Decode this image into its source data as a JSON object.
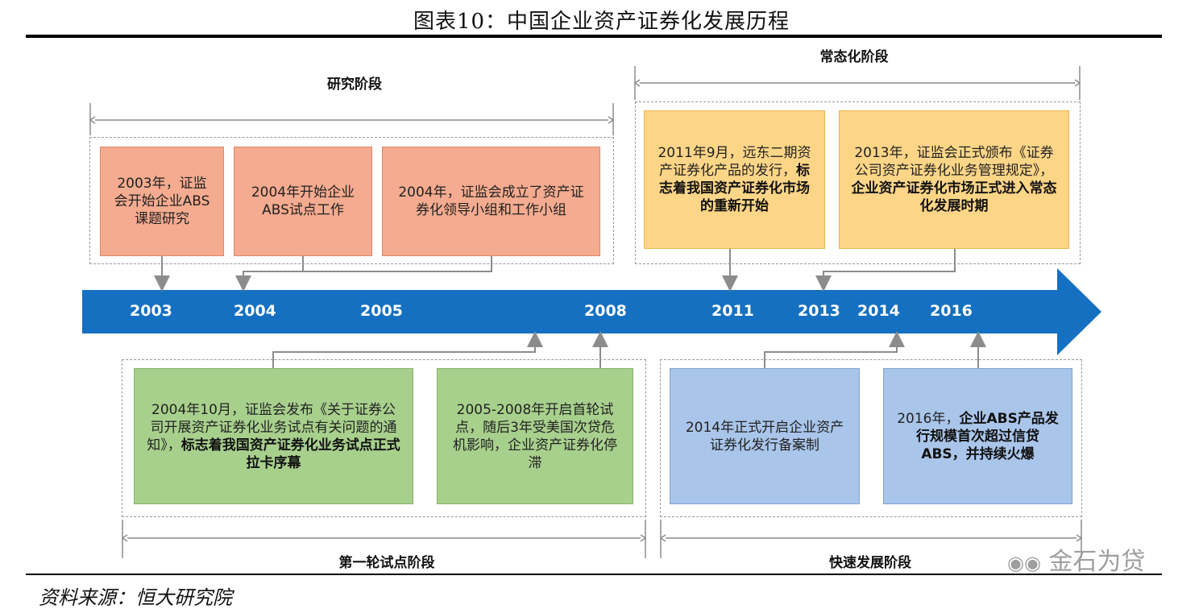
{
  "title": "图表10：中国企业资产证券化发展历程",
  "source": "资料来源：恒大研究院",
  "watermark": "金石为贷",
  "stages": {
    "research": "研究阶段",
    "normalized": "常态化阶段",
    "first_pilot": "第一轮试点阶段",
    "fast_growth": "快速发展阶段"
  },
  "years": [
    "2003",
    "2004",
    "2005",
    "2008",
    "2011",
    "2013",
    "2014",
    "2016"
  ],
  "top_events": [
    {
      "text": "2003年，证监会开始企业ABS课题研究",
      "bold": ""
    },
    {
      "text": "2004年开始企业ABS试点工作",
      "bold": ""
    },
    {
      "text": "2004年，证监会成立了资产证券化领导小组和工作小组",
      "bold": ""
    },
    {
      "text": "2011年9月，远东二期资产证券化产品的发行，",
      "bold": "标志着我国资产证券化市场的重新开始"
    },
    {
      "text": "2013年，证监会正式颁布《证券公司资产证券化业务管理规定》，",
      "bold": "企业资产证券化市场正式进入常态化发展时期"
    }
  ],
  "bottom_events": [
    {
      "text": "2004年10月，证监会发布《关于证券公司开展资产证券化业务试点有关问题的通知》，",
      "bold": "标志着我国资产证券化业务试点正式拉卡序幕"
    },
    {
      "text": "2005-2008年开启首轮试点，随后3年受美国次贷危机影响，企业资产证券化停滞",
      "bold": ""
    },
    {
      "text": "2014年正式开启企业资产证券化发行备案制",
      "bold": ""
    },
    {
      "text": "2016年，",
      "bold": "企业ABS产品发行规模首次超过信贷ABS，并持续火爆"
    }
  ],
  "colors": {
    "arrow": "#1570c1",
    "orange": "#f4ab8f",
    "yellow": "#fdd587",
    "green": "#a8d08d",
    "blue": "#a9c5ea"
  }
}
